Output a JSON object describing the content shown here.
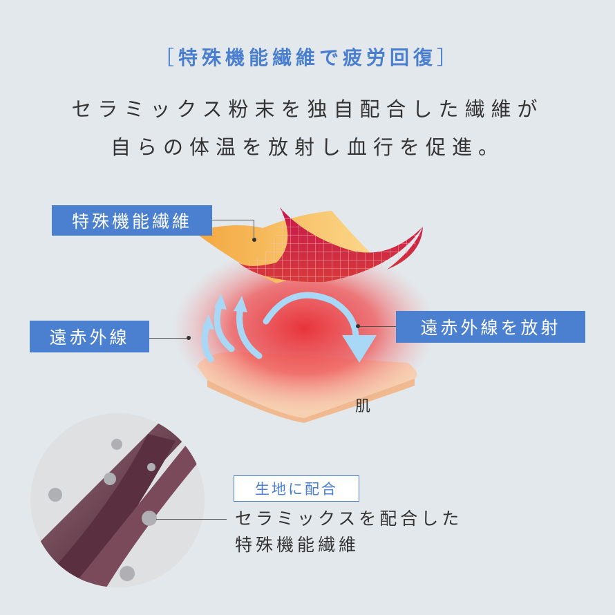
{
  "header": {
    "bracket_open": "［",
    "title": "特殊機能繊維で疲労回復",
    "bracket_close": "］",
    "subtitle_line1": "セラミックス粉末を独自配合した繊維が",
    "subtitle_line2": "自らの体温を放射し血行を促進。"
  },
  "diagram": {
    "label_fiber": "特殊機能繊維",
    "label_far_infrared": "遠赤外線",
    "label_radiate": "遠赤外線を放射",
    "label_skin": "肌"
  },
  "detail": {
    "tag": "生地に配合",
    "desc_line1": "セラミックスを配合した",
    "desc_line2": "特殊機能繊維"
  },
  "colors": {
    "accent": "#4b80d1",
    "background": "#e2e8ec",
    "fabric": "#c8194f",
    "heat": "#e8343a"
  }
}
